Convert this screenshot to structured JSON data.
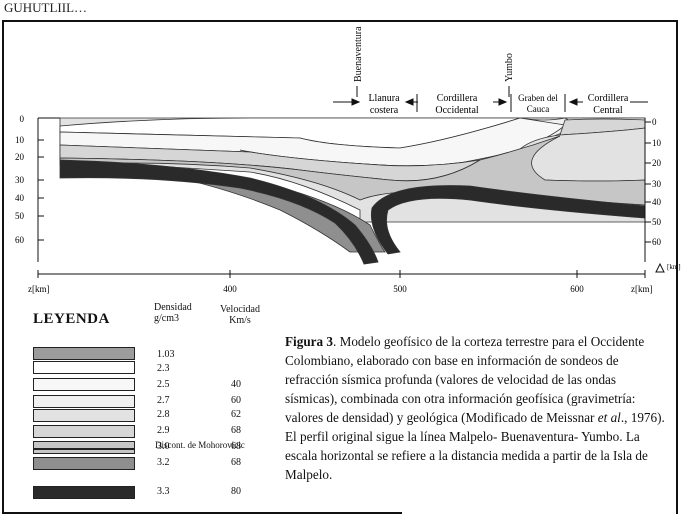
{
  "figure": {
    "header_fragment": "GUHUTLIIL…",
    "places": {
      "buenaventura": "Buenaventura",
      "yumbo": "Yumbo"
    },
    "regions": [
      {
        "line1": "Llanura",
        "line2": "costera"
      },
      {
        "line1": "Cordillera",
        "line2": "Occidental"
      },
      {
        "line1": "Graben del",
        "line2": "Cauca"
      },
      {
        "line1": "Cordillera",
        "line2": "Central"
      }
    ],
    "depth_ticks_left": [
      "0",
      "10",
      "20",
      "30",
      "40",
      "50",
      "60"
    ],
    "depth_ticks_right": [
      "0",
      "10",
      "20",
      "30",
      "40",
      "50",
      "60"
    ],
    "depth_unit": "[km]",
    "x_ticks": [
      "400",
      "500",
      "600"
    ],
    "x_left_label": "z[km]",
    "x_right_label": "z[km]",
    "colors": {
      "d103": "#9c9c9c",
      "d23": "#ffffff",
      "d25": "#f7f7f7",
      "d27": "#f0f0f0",
      "d28": "#e2e2e2",
      "d29": "#d6d6d6",
      "d30": "#c6c6c6",
      "d32": "#8f8f8f",
      "d33": "#2a2a2a"
    }
  },
  "legend": {
    "title": "LEYENDA",
    "density_header": "Densidad",
    "density_unit": "g/cm3",
    "velocity_header": "Velocidad",
    "velocity_unit": "Km/s",
    "rows": [
      {
        "density": "1.03",
        "velocity": "",
        "color_key": "d103"
      },
      {
        "density": "2.3",
        "velocity": "",
        "color_key": "d23"
      },
      {
        "density": "2.5",
        "velocity": "40",
        "color_key": "d25"
      },
      {
        "density": "2.7",
        "velocity": "60",
        "color_key": "d27"
      },
      {
        "density": "2.8",
        "velocity": "62",
        "color_key": "d28"
      },
      {
        "density": "2.9",
        "velocity": "68",
        "color_key": "d29"
      },
      {
        "density": "3.0",
        "velocity": "68",
        "color_key": "d30"
      },
      {
        "density": "3.2",
        "velocity": "68",
        "color_key": "d32"
      },
      {
        "density": "3.3",
        "velocity": "80",
        "color_key": "d33"
      }
    ],
    "moho_label": "Discont. de Mohorovicic"
  },
  "caption": {
    "lead": "Figura 3",
    "text_1": ". Modelo geofísico de la corteza terrestre para el Occidente Colombiano, elaborado con base en información de sondeos de refracción sísmica profunda (valores de velocidad de las ondas sísmicas), combinada con otra información geofísica (gravimetría: valores de densidad) y geológica (Modificado de Meissnar ",
    "etal": "et al",
    "text_2": "., 1976).  El perfil original sigue la línea Malpelo- Buenaventura- Yumbo.  La escala horizontal se refiere a la distancia medida a partir de la Isla de Malpelo."
  }
}
